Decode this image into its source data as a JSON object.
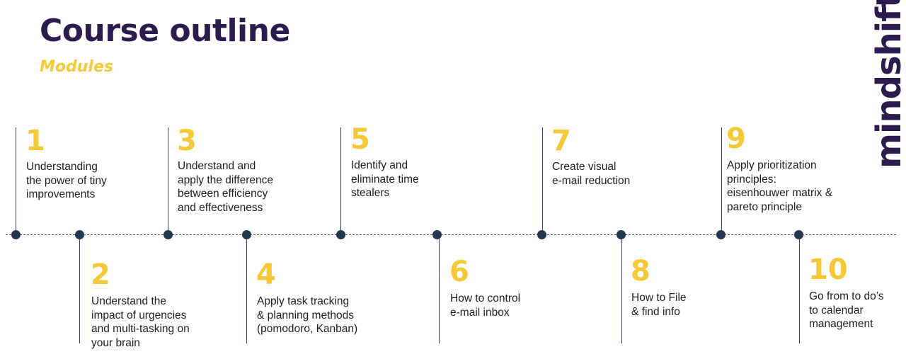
{
  "header": {
    "title": "Course outline",
    "subtitle": "Modules"
  },
  "brand": {
    "logo_text": "mindshift"
  },
  "modules": [
    {
      "number": "1",
      "text": "Understanding\nthe power of tiny\nimprovements"
    },
    {
      "number": "2",
      "text": "Understand the\nimpact of urgencies\nand multi-tasking on\nyour brain"
    },
    {
      "number": "3",
      "text": "Understand and\napply the difference\nbetween efficiency\nand effectiveness"
    },
    {
      "number": "4",
      "text": "Apply task tracking\n& planning methods\n(pomodoro, Kanban)"
    },
    {
      "number": "5",
      "text": "Identify and\neliminate time\nstealers"
    },
    {
      "number": "6",
      "text": "How to control\ne-mail inbox"
    },
    {
      "number": "7",
      "text": "Create visual\ne-mail reduction"
    },
    {
      "number": "8",
      "text": "How to File\n& find info"
    },
    {
      "number": "9",
      "text": "Apply prioritization\nprinciples:\neisenhouwer matrix &\npareto principle"
    },
    {
      "number": "10",
      "text": "Go from to do’s\nto calendar\nmanagement"
    }
  ],
  "colors": {
    "title": "#2b1c4f",
    "accent": "#f5c935",
    "dot": "#243650",
    "line": "#4b3a6e"
  }
}
